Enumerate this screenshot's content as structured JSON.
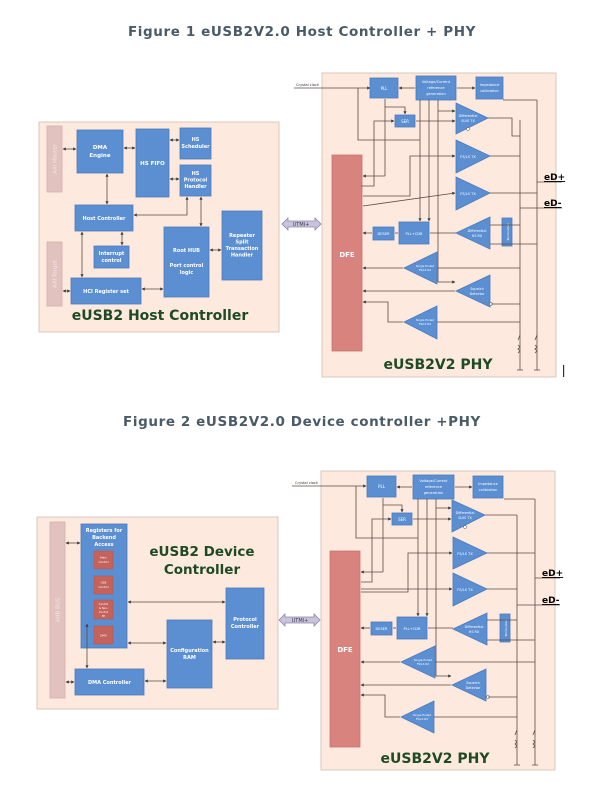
{
  "figure1": {
    "title": "Figure 1 eUSB2V2.0 Host Controller + PHY",
    "host_controller": {
      "label": "eUSB2 Host Controller",
      "axi_master": "AXI Master",
      "axi_target": "AXI Target",
      "dma_engine": [
        "DMA",
        "Engine"
      ],
      "hs_fifo": "HS FIFO",
      "hs_scheduler": [
        "HS",
        "Scheduler"
      ],
      "hs_protocol_handler": [
        "HS",
        "Protocol",
        "Handler"
      ],
      "host_controller_block": "Host Controller",
      "interrupt_control": [
        "Interrupt",
        "control"
      ],
      "hci_register_set": "HCI Register set",
      "root_hub": [
        "Root HUB",
        "",
        "Port control",
        "logic"
      ],
      "repeater": [
        "Repeater",
        "Split",
        "Transaction",
        "Handler"
      ]
    },
    "utmi_label": "UTMI+",
    "phy": {
      "label": "eUSB2V2 PHY",
      "crystal_clock": "Crystal clock",
      "pll": "PLL",
      "vref": [
        "Voltage/Current",
        "reference",
        "generation"
      ],
      "impedance": [
        "Impedance",
        "calibration"
      ],
      "ser": "SER",
      "diff_tx": [
        "Differential",
        "SLVS TX"
      ],
      "fs_ls_tx_1": "FS/LS TX",
      "fs_ls_tx_2": "FS/LS TX",
      "deser": "DESER",
      "pll_cdr": "PLL+CDR",
      "diff_rx": [
        "Differential",
        "HS RX"
      ],
      "termination": "Termination",
      "se_rx_1": [
        "Single Ended",
        "FS/LS RX"
      ],
      "squelch": [
        "Squelch",
        "Detector"
      ],
      "se_rx_2": [
        "Single Ended",
        "FS/LS RX"
      ],
      "dfe": "DFE",
      "ed_plus": "eD+",
      "ed_minus": "eD-"
    }
  },
  "figure2": {
    "title": "Figure 2 eUSB2V2.0 Device controller +PHY",
    "device_controller": {
      "label": [
        "eUSB2 Device",
        "Controller"
      ],
      "ahb_bus": "AHB BUS",
      "registers": [
        "Registers for",
        "Backend",
        "Access"
      ],
      "main_control": [
        "Main",
        "Control"
      ],
      "usb_control": [
        "USB",
        "Control"
      ],
      "control_ep": [
        "Control",
        "& Non-",
        "Control",
        "EP"
      ],
      "dma": "DMA",
      "protocol_controller": [
        "Protocol",
        "Controller"
      ],
      "configuration_ram": [
        "Configuration",
        "RAM"
      ],
      "dma_controller": "DMA Controller"
    },
    "utmi_label": "UTMI+",
    "phy": {
      "label": "eUSB2V2 PHY",
      "crystal_clock": "Crystal clock",
      "pll": "PLL",
      "vref": [
        "Voltage/Current",
        "reference",
        "generation"
      ],
      "impedance": [
        "Impedance",
        "calibration"
      ],
      "ser": "SER",
      "diff_tx": [
        "Differential",
        "SLVS TX"
      ],
      "fs_ls_tx_1": "FS/LS TX",
      "fs_ls_tx_2": "FS/LS TX",
      "deser": "DESER",
      "pll_cdr": "PLL+CDR",
      "diff_rx": [
        "Differential",
        "HS RX"
      ],
      "termination": "Termination",
      "se_rx_1": [
        "Single Ended",
        "FS/LS RX"
      ],
      "squelch": [
        "Squelch",
        "Detector"
      ],
      "se_rx_2": [
        "Single Ended",
        "FS/LS RX"
      ],
      "dfe": "DFE",
      "ed_plus": "eD+",
      "ed_minus": "eD-"
    }
  }
}
